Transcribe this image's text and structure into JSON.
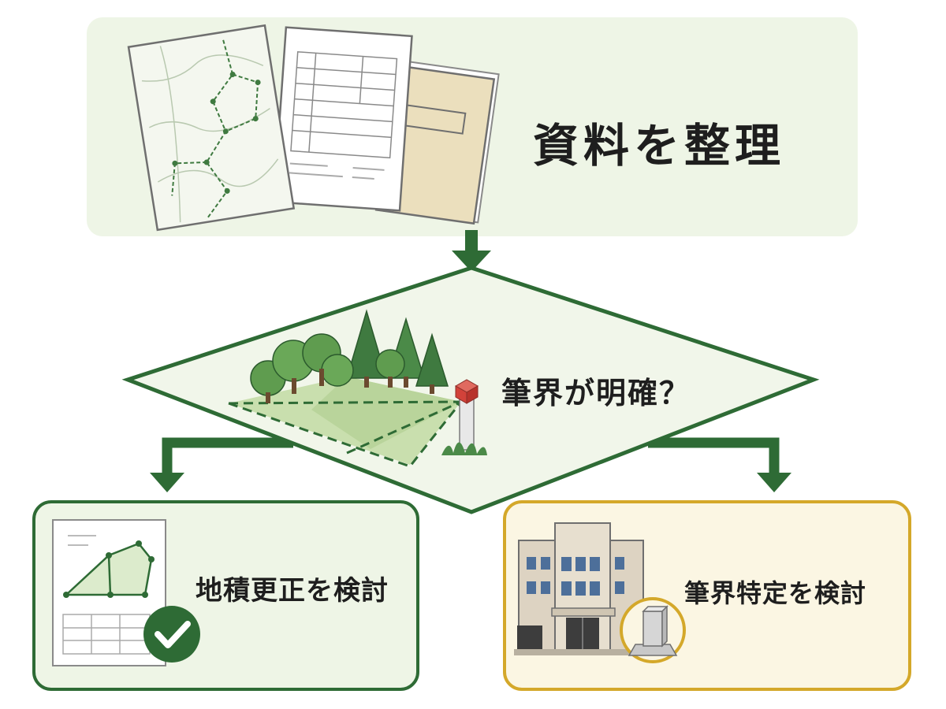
{
  "step_box": {
    "title": "資料を整理",
    "icon": "documents-icon"
  },
  "decision": {
    "question": "筆界が明確？",
    "icon": "land-parcel-icon"
  },
  "left_outcome": {
    "label": "地積更正を検討",
    "icon": "survey-plan-check-icon"
  },
  "right_outcome": {
    "label": "筆界特定を検討",
    "icon": "building-boundary-marker-icon"
  },
  "colors": {
    "primary_green": "#2e6b35",
    "light_green": "#eef5e6",
    "gold": "#d4a82a",
    "light_yellow": "#fbf6e3",
    "marker_red": "#d2423a"
  }
}
